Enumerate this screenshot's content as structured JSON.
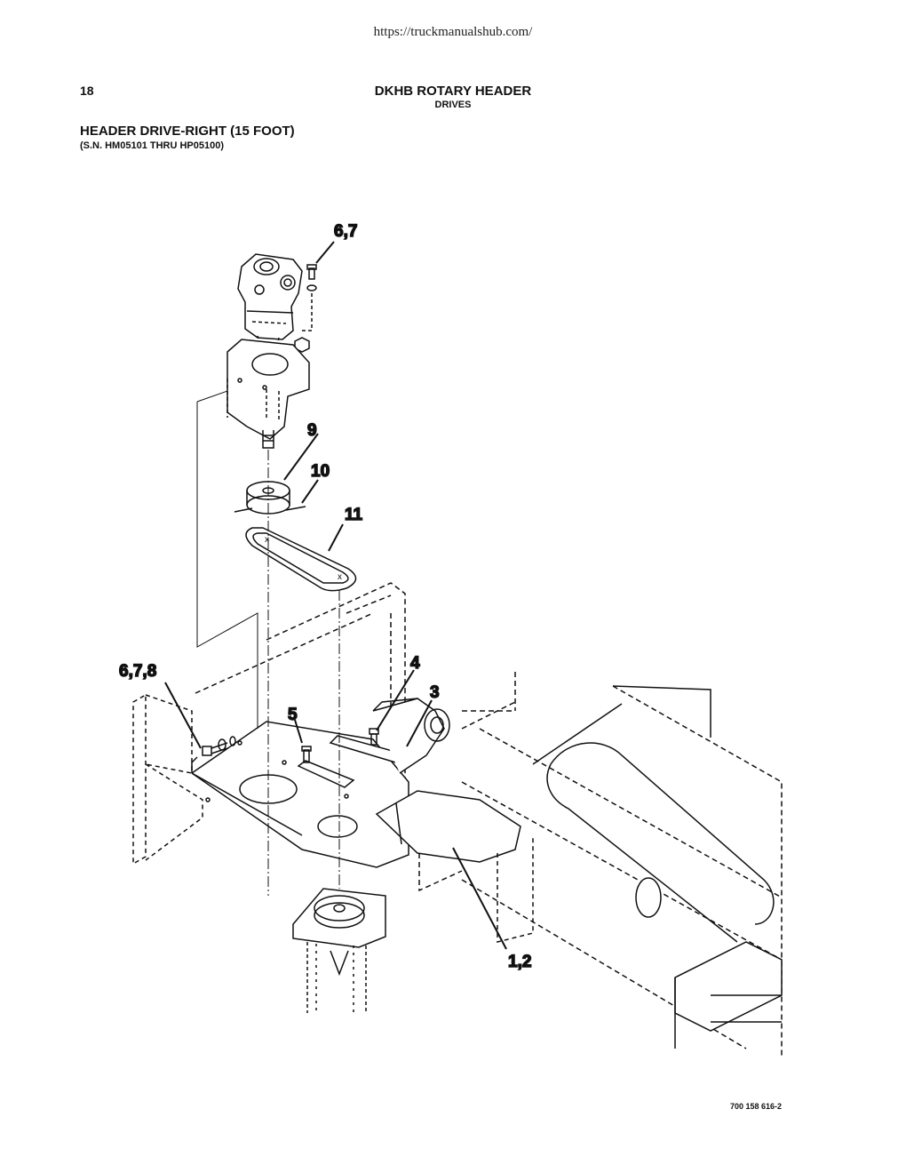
{
  "header": {
    "url": "https://truckmanualshub.com/",
    "page_number": "18",
    "title": "DKHB ROTARY HEADER",
    "subtitle": "DRIVES"
  },
  "section": {
    "title": "HEADER DRIVE-RIGHT (15 FOOT)",
    "serial_range": "(S.N. HM05101 THRU HP05100)"
  },
  "callouts": {
    "c67": "6,7",
    "c9": "9",
    "c10": "10",
    "c11": "11",
    "c678": "6,7,8",
    "c4": "4",
    "c3": "3",
    "c5": "5",
    "c12": "1,2"
  },
  "figure_number": "700 158 616-2"
}
